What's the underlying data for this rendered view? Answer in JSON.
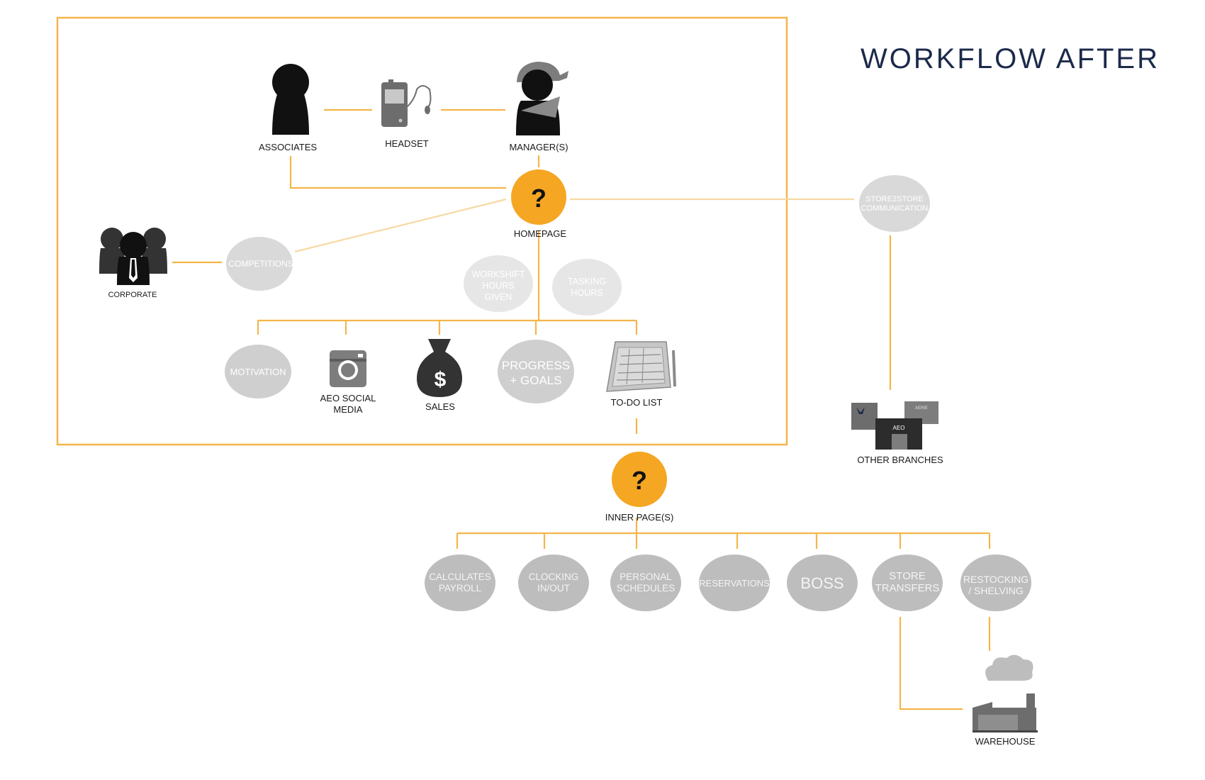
{
  "title": "WORKFLOW AFTER",
  "colors": {
    "accent": "#f5a623",
    "frame": "#f5b54a",
    "bubble": "#bdbdbd",
    "bubble_light": "#d9d9d9",
    "icon_dark": "#111111",
    "icon_gray": "#7d7d7d",
    "title": "#1c2a4a"
  },
  "nodes": {
    "associates": "ASSOCIATES",
    "headset": "HEADSET",
    "managers": "MANAGER(S)",
    "homepage": "HOMEPAGE",
    "homepage_mark": "?",
    "corporate": "CORPORATE",
    "competitions": "COMPETITIONS",
    "workshift": [
      "WORKSHIFT",
      "HOURS",
      "GIVEN"
    ],
    "tasking": [
      "TASKING",
      "HOURS"
    ],
    "motivation": "MOTIVATION",
    "social": [
      "AEO SOCIAL",
      "MEDIA"
    ],
    "sales": "SALES",
    "sales_symbol": "$",
    "progress": [
      "PROGRESS",
      "+ GOALS"
    ],
    "todo": "TO-DO LIST",
    "store2store": [
      "STORE2STORE",
      "COMMUNICATION"
    ],
    "other_branches": "OTHER BRANCHES",
    "branch_aerie": "AERIE",
    "branch_aeo": "AEO",
    "inner_pages": "INNER PAGE(S)",
    "inner_mark": "?",
    "calculates": [
      "CALCULATES",
      "PAYROLL"
    ],
    "clocking": [
      "CLOCKING",
      "IN/OUT"
    ],
    "personal": [
      "PERSONAL",
      "SCHEDULES"
    ],
    "reservations": "RESERVATIONS",
    "boss": "BOSS",
    "store_transfers": [
      "STORE",
      "TRANSFERS"
    ],
    "restocking": [
      "RESTOCKING",
      "/ SHELVING"
    ],
    "warehouse": "WAREHOUSE"
  }
}
